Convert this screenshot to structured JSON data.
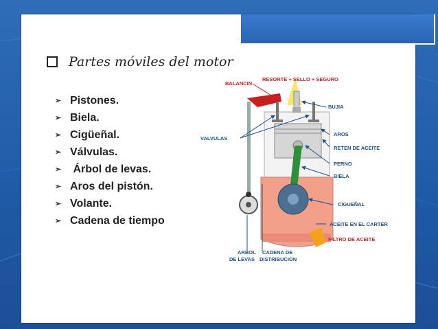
{
  "slide": {
    "title": "Partes móviles del motor",
    "bullets": [
      "Pistones.",
      "Biela.",
      "Cigüeñal.",
      "Válvulas.",
      " Árbol de levas.",
      "Aros del pistón.",
      "Volante.",
      "Cadena de tiempo"
    ]
  },
  "diagram": {
    "labels": {
      "resorte": "RESORTE + SELLO + SEGURO",
      "balancin": "BALANCIN",
      "bujia": "BUJIA",
      "valvulas": "VALVULAS",
      "aros": "AROS",
      "reten": "RETEN DE ACEITE",
      "perno": "PERNO",
      "biela": "BIELA",
      "cigueñal": "CIGUEÑAL",
      "aceite_carter": "ACEITE EN EL CARTER",
      "filtro": "FILTRO DE ACEITE",
      "arbol_1": "ARBOL",
      "arbol_2": "DE LEVAS",
      "cadena_1": "CADENA DE",
      "cadena_2": "DISTRIBUCION"
    }
  },
  "colors": {
    "background": "#2160ab",
    "label_red": "#cc1f1f",
    "label_blue": "#1b4f8c",
    "oil": "#f2a08a"
  }
}
